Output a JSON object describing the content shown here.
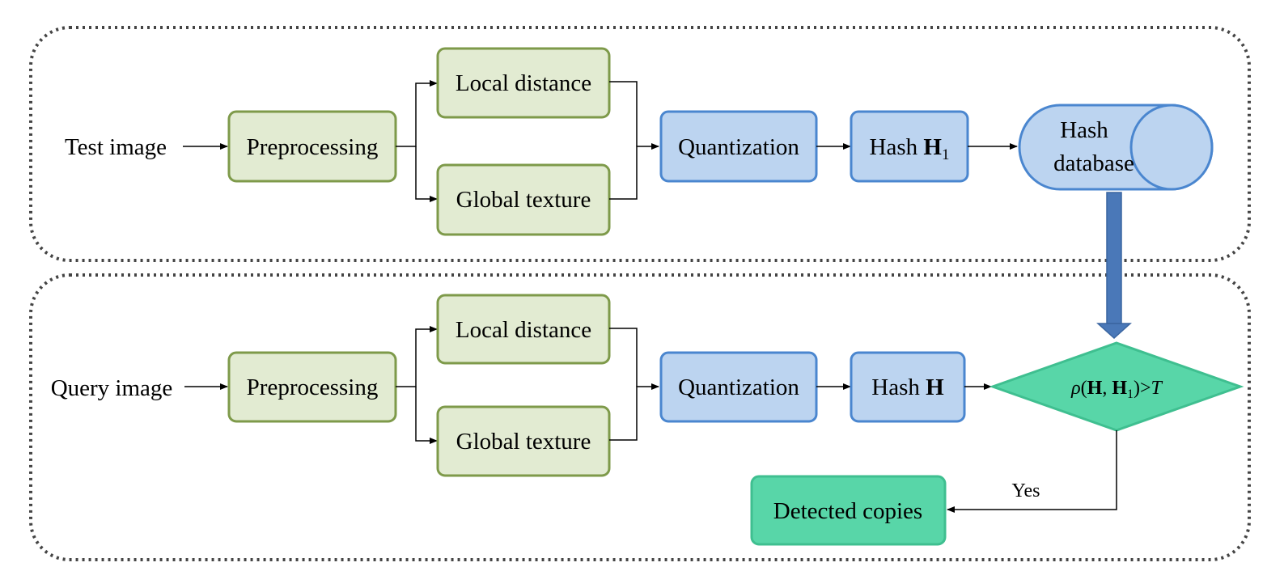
{
  "top_row": {
    "input_label": "Test image",
    "preprocess": "Preprocessing",
    "local": "Local distance",
    "global": "Global texture",
    "quantize": "Quantization",
    "hash_prefix": "Hash ",
    "hash_symbol": "H",
    "hash_subscript": "1",
    "database_line1": "Hash",
    "database_line2": "database"
  },
  "bottom_row": {
    "input_label": "Query image",
    "preprocess": "Preprocessing",
    "local": "Local distance",
    "global": "Global texture",
    "quantize": "Quantization",
    "hash_prefix": "Hash ",
    "hash_symbol": "H"
  },
  "decision": {
    "rho": "ρ",
    "open": "(",
    "h": "H",
    "comma": ", ",
    "h1": "H",
    "sub": "1",
    "close": ")",
    "gt": ">",
    "t": "T"
  },
  "yes_label": "Yes",
  "output": "Detected copies",
  "colors": {
    "green_fill": "#e2ebd2",
    "green_stroke": "#7e9a4a",
    "blue_fill": "#bcd4f0",
    "blue_stroke": "#4a86cf",
    "teal_fill": "#58d6a8",
    "big_arrow": "#4a78b8"
  }
}
